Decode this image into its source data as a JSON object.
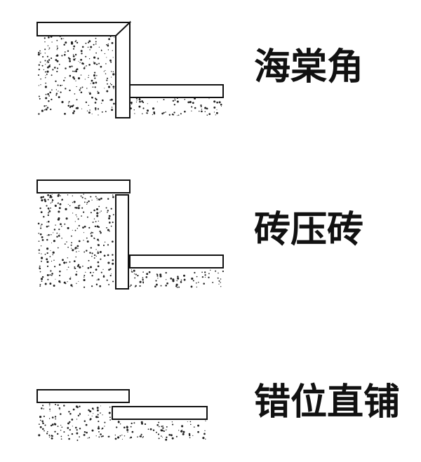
{
  "labels": {
    "haitang_jiao": "海棠角",
    "zhuan_ya_zhuan": "砖压砖",
    "cuowei_zhipu": "错位直铺"
  },
  "colors": {
    "line": "#111111",
    "tile_fill": "#ffffff",
    "speckle": "#222222"
  }
}
